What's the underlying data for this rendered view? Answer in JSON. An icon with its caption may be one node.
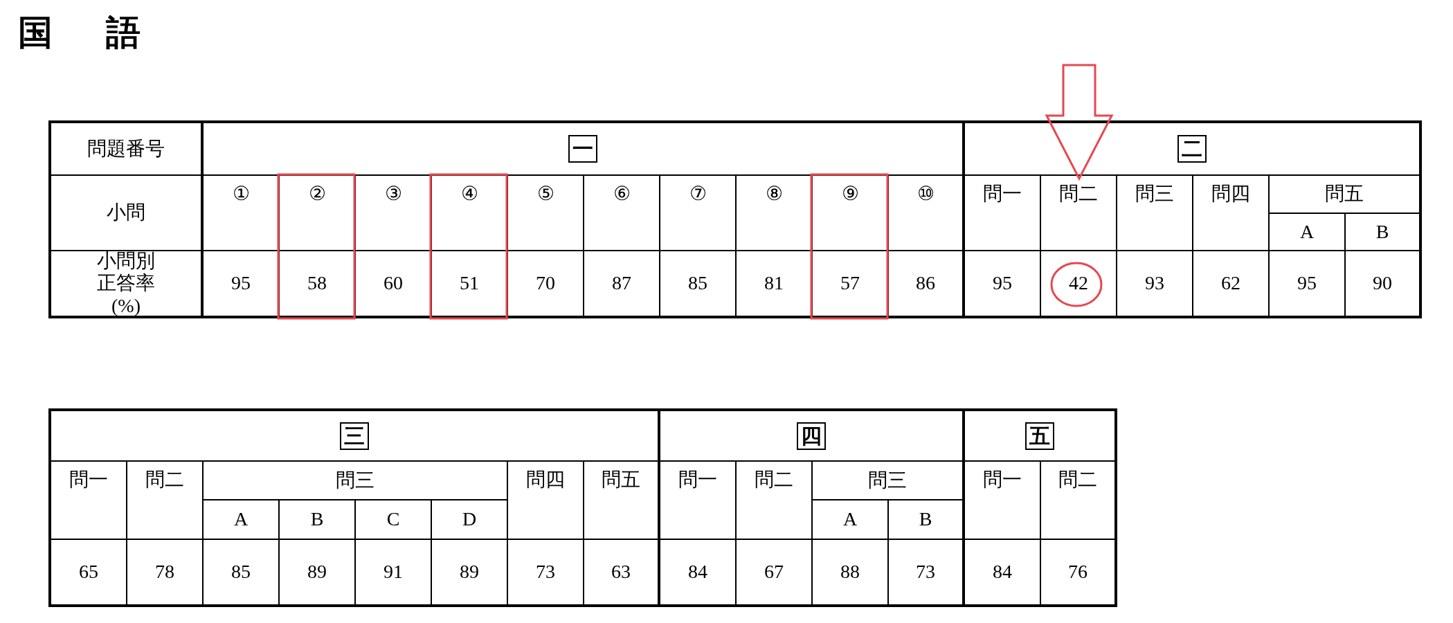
{
  "diagram": {
    "title": "国 語",
    "labels": [
      "問題番号",
      "一",
      "二",
      "小問",
      "①",
      "②",
      "③",
      "④",
      "⑤",
      "⑥",
      "⑦",
      "⑧",
      "⑨",
      "⑩",
      "問一",
      "問二",
      "問三",
      "問四",
      "問五",
      "A",
      "B",
      "小問別正答率(%)",
      "95",
      "58",
      "60",
      "51",
      "70",
      "87",
      "85",
      "81",
      "57",
      "86",
      "95",
      "42",
      "93",
      "62",
      "95",
      "90",
      "三",
      "四",
      "五",
      "問一",
      "問二",
      "問三",
      "問四",
      "問五",
      "問一",
      "問二",
      "問三",
      "問一",
      "問二",
      "A",
      "B",
      "C",
      "D",
      "A",
      "B",
      "65",
      "78",
      "85",
      "89",
      "91",
      "89",
      "73",
      "63",
      "84",
      "67",
      "88",
      "73",
      "84",
      "76"
    ]
  }
}
